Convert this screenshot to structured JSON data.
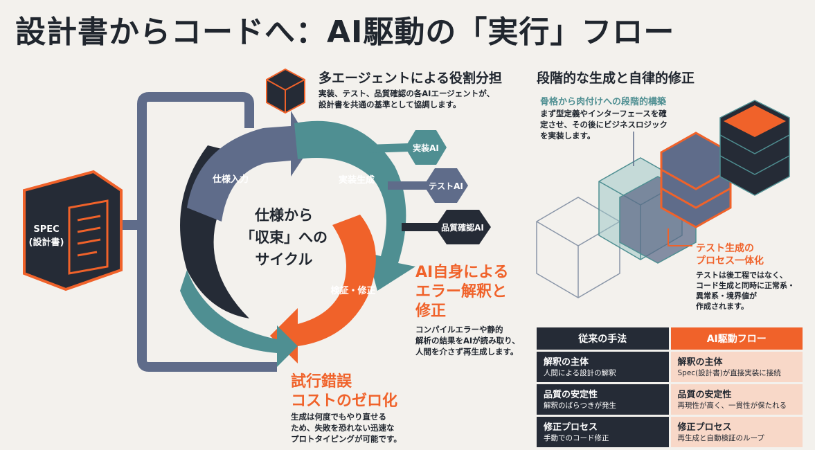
{
  "title": "設計書からコードへ：AI駆動の「実行」フロー",
  "spec": {
    "line1": "SPEC",
    "line2": "(設計書)"
  },
  "cycle": {
    "center_lines": [
      "仕様から",
      "「収束」への",
      "サイクル"
    ],
    "label_input": "仕様入力",
    "label_gen": "実装生成",
    "label_verify": "検証・修正"
  },
  "agents": {
    "heading": "多エージェントによる役割分担",
    "desc_lines": [
      "実装、テスト、品質確認の各AIエージェントが、",
      "設計書を共通の基準として協調します。"
    ],
    "items": [
      "実装AI",
      "テストAI",
      "品質確認AI"
    ]
  },
  "selffix": {
    "heading_lines": [
      "AI自身による",
      "エラー解釈と",
      "修正"
    ],
    "desc_lines": [
      "コンパイルエラーや静的",
      "解析の結果をAIが読み取り、",
      "人間を介さず再生成します。"
    ]
  },
  "trial": {
    "heading_lines": [
      "試行錯誤",
      "コストのゼロ化"
    ],
    "desc_lines": [
      "生成は何度でもやり直せる",
      "ため、失敗を恐れない迅速な",
      "プロトタイピングが可能です。"
    ]
  },
  "staged": {
    "heading": "段階的な生成と自律的修正",
    "sub": "骨格から肉付けへの段階的構築",
    "desc_lines": [
      "まず型定義やインターフェースを確",
      "定させ、その後にビジネスロジック",
      "を実装します。"
    ],
    "test_heading_lines": [
      "テスト生成の",
      "プロセス一体化"
    ],
    "test_desc_lines": [
      "テストは後工程ではなく、",
      "コード生成と同時に正常系・",
      "異常系・境界値が",
      "作成されます。"
    ]
  },
  "compare": {
    "head_left": "従来の手法",
    "head_right": "AI駆動フロー",
    "rows": [
      {
        "left_t": "解釈の主体",
        "left_s": "人間による設計の解釈",
        "right_t": "解釈の主体",
        "right_s": "Spec(設計書)が直接実装に接続"
      },
      {
        "left_t": "品質の安定性",
        "left_s": "解釈のばらつきが発生",
        "right_t": "品質の安定性",
        "right_s": "再現性が高く、一貫性が保たれる"
      },
      {
        "left_t": "修正プロセス",
        "left_s": "手動でのコード修正",
        "right_t": "修正プロセス",
        "right_s": "再生成と自動検証のループ"
      }
    ]
  },
  "colors": {
    "dark": "#252b36",
    "orange": "#f0622a",
    "teal": "#4f8f92",
    "slate": "#5f6c8a",
    "bg": "#f3f1ed"
  }
}
